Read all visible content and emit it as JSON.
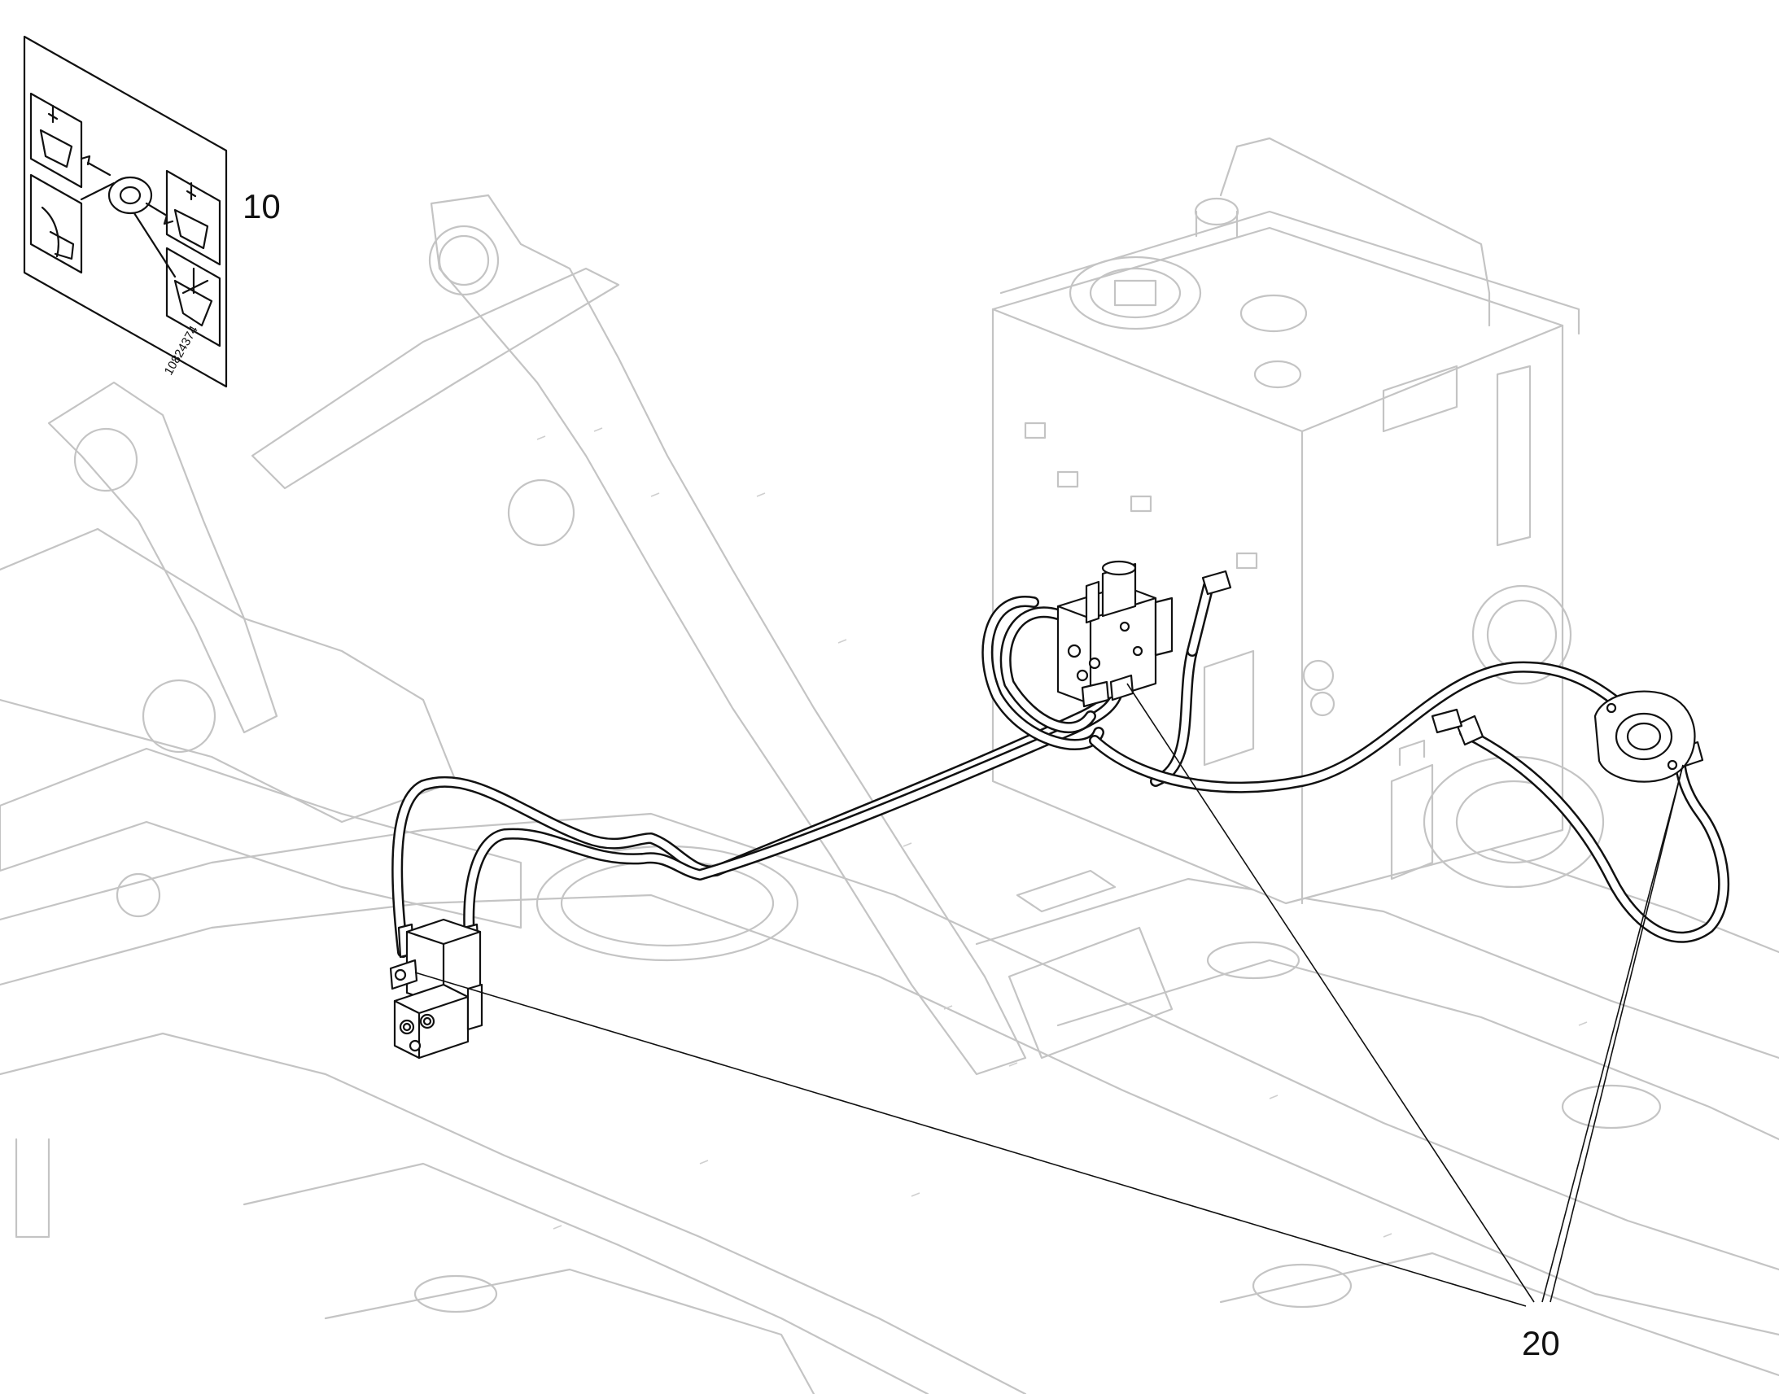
{
  "callouts": [
    {
      "id": "decal",
      "text": "10"
    },
    {
      "id": "hydraulics",
      "text": "20"
    }
  ],
  "decal": {
    "part_number": "10824374"
  },
  "icons": {
    "decal": [
      "bucket-tilt-icon",
      "horn-icon",
      "bucket-tilt-icon",
      "bucket-float-icon",
      "control-knob-icon"
    ],
    "parts": [
      "valve-block-icon",
      "hose-icon",
      "fitting-icon",
      "hydraulic-tank-icon",
      "machine-frame-icon"
    ]
  },
  "colors": {
    "line": "#111111",
    "background": "#c4c4c4",
    "paper": "#ffffff"
  }
}
